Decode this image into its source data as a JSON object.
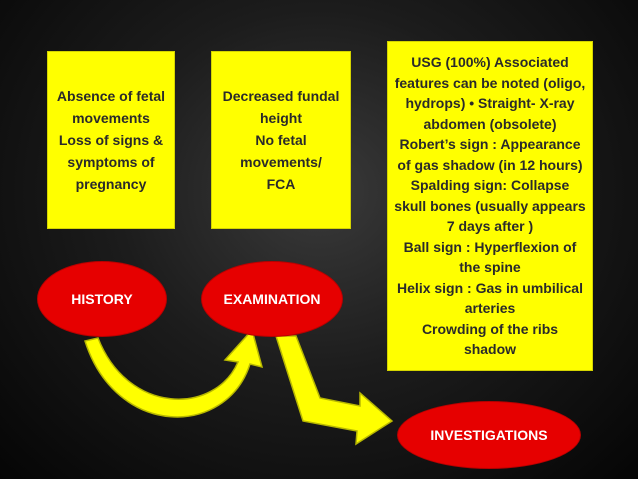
{
  "history_box": {
    "text": "Absence of fetal\nmovements\nLoss of signs &\nsymptoms of\npregnancy"
  },
  "examination_box": {
    "text": "Decreased fundal\nheight\nNo fetal\nmovements/\nFCA"
  },
  "investigations_box": {
    "text": "USG (100%)  Associated\nfeatures can be noted (oligo,\nhydrops) • Straight- X-ray\nabdomen (obsolete)\nRobert’s sign : Appearance\nof gas shadow (in 12 hours)\nSpalding sign: Collapse\nskull bones (usually appears\n7 days after )\nBall sign : Hyperflexion of\nthe spine\nHelix sign : Gas in umbilical\narteries\nCrowding of the ribs\nshadow"
  },
  "ovals": {
    "history": "HISTORY",
    "examination": "EXAMINATION",
    "investigations": "INVESTIGATIONS"
  },
  "colors": {
    "box_fill": "#ffff00",
    "oval_fill": "#e60000",
    "arrow_fill": "#ffff00",
    "background": "#000000"
  }
}
